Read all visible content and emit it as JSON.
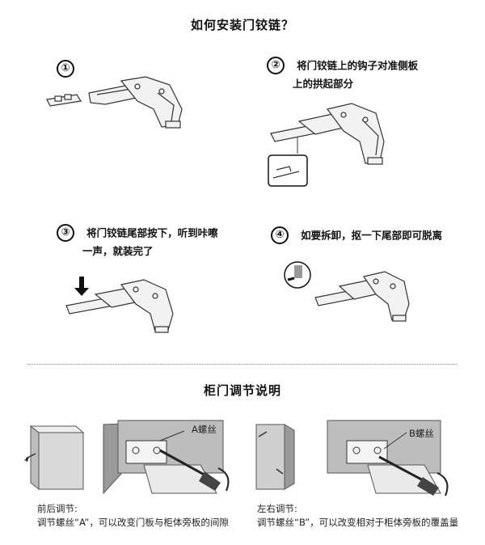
{
  "install": {
    "title": "如何安装门铰链？",
    "steps": [
      {
        "num": "①",
        "lines": []
      },
      {
        "num": "②",
        "lines": [
          "将门铰链上的钩子对准侧板",
          "上的拱起部分"
        ]
      },
      {
        "num": "③",
        "lines": [
          "将门铰链尾部按下，听到咔嚓",
          "一声，就装完了"
        ]
      },
      {
        "num": "④",
        "lines": [
          "如要拆卸，抠一下尾部即可脱离"
        ]
      }
    ]
  },
  "adjust": {
    "title": "柜门调节说明",
    "screw_a": "A螺丝",
    "screw_b": "B螺丝",
    "front_back": {
      "heading": "前后调节:",
      "desc": "调节螺丝“A”，可以改变门板与柜体旁板的间隙"
    },
    "left_right": {
      "heading": "左右调节:",
      "desc": "调节螺丝“B”，可以改变相对于柜体旁板的覆盖量"
    }
  }
}
